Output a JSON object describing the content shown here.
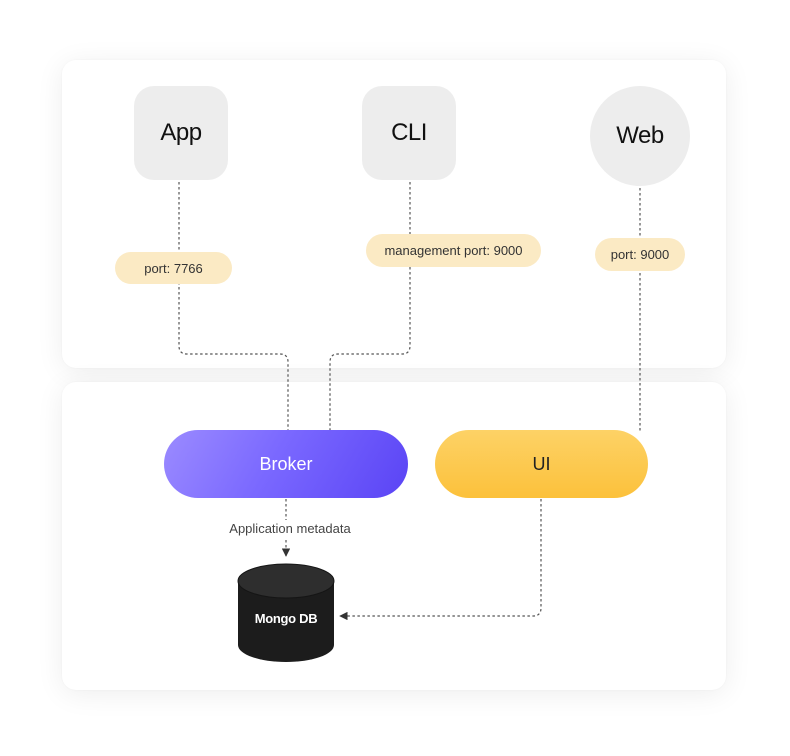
{
  "clients": {
    "app": "App",
    "cli": "CLI",
    "web": "Web"
  },
  "ports": {
    "app": "port: 7766",
    "cli": "management port: 9000",
    "web": "port: 9000"
  },
  "services": {
    "broker": "Broker",
    "ui": "UI"
  },
  "edge_labels": {
    "broker_to_db": "Application metadata"
  },
  "database": {
    "name": "Mongo DB"
  },
  "colors": {
    "broker_gradient": [
      "#9b8bff",
      "#5a44f5"
    ],
    "ui_gradient": [
      "#fdd266",
      "#fcc13b"
    ],
    "port_badge": "#fbeac4",
    "client_box": "#ededed",
    "database": "#1a1a1a"
  }
}
